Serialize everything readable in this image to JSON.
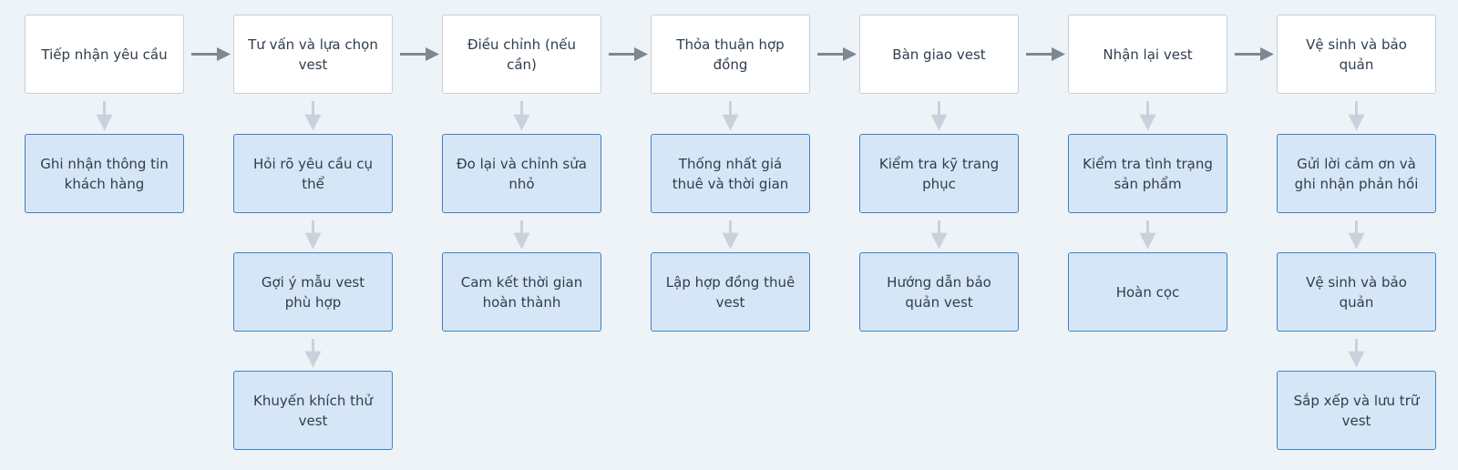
{
  "colors": {
    "background": "#eef3f7",
    "stage_box_fill": "#ffffff",
    "stage_box_border": "#c6ced8",
    "task_box_fill": "#d6e6f7",
    "task_box_border": "#3f82c2",
    "main_arrow": "#7d8894",
    "sub_arrow": "#c9d2dc",
    "text": "#2f3e4e"
  },
  "stages": [
    {
      "label": "Tiếp nhận yêu cầu",
      "tasks": [
        "Ghi nhận thông tin khách hàng"
      ]
    },
    {
      "label": "Tư vấn và lựa chọn vest",
      "tasks": [
        "Hỏi rõ yêu cầu cụ thể",
        "Gợi ý mẫu vest phù hợp",
        "Khuyến khích thử vest"
      ]
    },
    {
      "label": "Điều chỉnh (nếu cần)",
      "tasks": [
        "Đo lại và chỉnh sửa nhỏ",
        "Cam kết thời gian hoàn thành"
      ]
    },
    {
      "label": "Thỏa thuận hợp đồng",
      "tasks": [
        "Thống nhất giá thuê và thời gian",
        "Lập hợp đồng thuê vest"
      ]
    },
    {
      "label": "Bàn giao vest",
      "tasks": [
        "Kiểm tra kỹ trang phục",
        "Hướng dẫn bảo quản vest"
      ]
    },
    {
      "label": "Nhận lại vest",
      "tasks": [
        "Kiểm tra tình trạng sản phẩm",
        "Hoàn cọc"
      ]
    },
    {
      "label": "Vệ sinh và bảo quản",
      "tasks": [
        "Gửi lời cảm ơn và ghi nhận phản hồi",
        "Vệ sinh và bảo quản",
        "Sắp xếp và lưu trữ vest"
      ]
    }
  ]
}
